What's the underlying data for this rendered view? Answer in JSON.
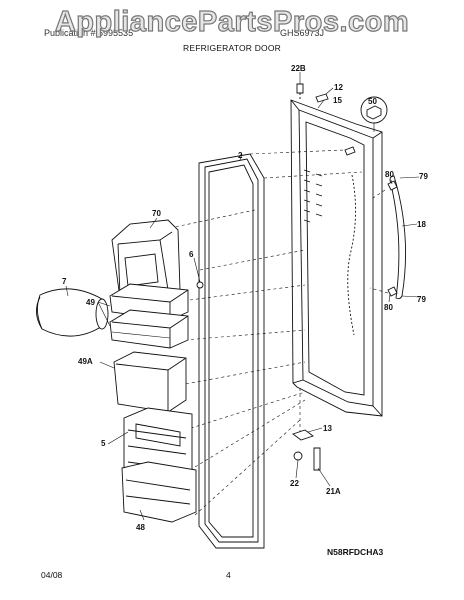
{
  "watermark": "AppliancePartsPros.com",
  "header": {
    "left": "Publication # 5995535",
    "right": "GHS6973J",
    "section_title": "REFRIGERATOR DOOR"
  },
  "parts": [
    {
      "id": "22B",
      "label": "22B"
    },
    {
      "id": "12",
      "label": "12"
    },
    {
      "id": "15",
      "label": "15"
    },
    {
      "id": "50",
      "label": "50"
    },
    {
      "id": "2",
      "label": "2"
    },
    {
      "id": "70",
      "label": "70"
    },
    {
      "id": "6",
      "label": "6"
    },
    {
      "id": "7",
      "label": "7"
    },
    {
      "id": "49",
      "label": "49"
    },
    {
      "id": "49A",
      "label": "49A"
    },
    {
      "id": "5",
      "label": "5"
    },
    {
      "id": "48",
      "label": "48"
    },
    {
      "id": "80a",
      "label": "80"
    },
    {
      "id": "79a",
      "label": "79"
    },
    {
      "id": "18",
      "label": "18"
    },
    {
      "id": "80b",
      "label": "80"
    },
    {
      "id": "79b",
      "label": "79"
    },
    {
      "id": "13",
      "label": "13"
    },
    {
      "id": "22",
      "label": "22"
    },
    {
      "id": "21A",
      "label": "21A"
    }
  ],
  "diagram_code": "N58RFDCHA3",
  "footer": {
    "date": "04/08",
    "page": "4"
  }
}
